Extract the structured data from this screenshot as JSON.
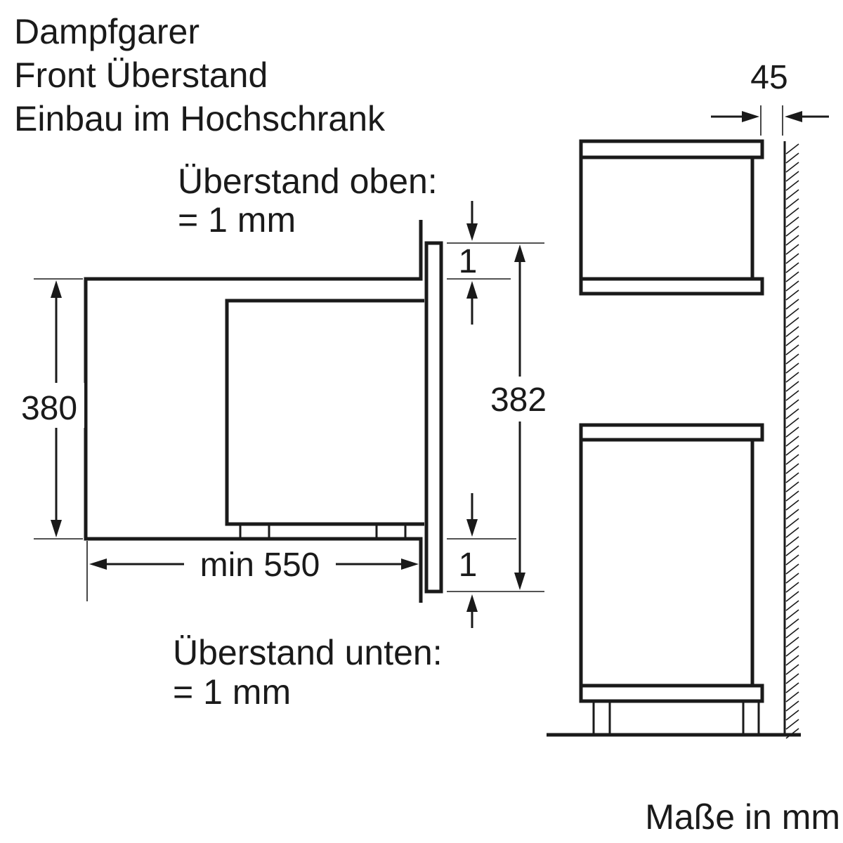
{
  "title": {
    "line1": "Dampfgarer",
    "line2": "Front Überstand",
    "line3": "Einbau im Hochschrank"
  },
  "annotations": {
    "top_overhang_line1": "Überstand oben:",
    "top_overhang_line2": "= 1 mm",
    "bottom_overhang_line1": "Überstand unten:",
    "bottom_overhang_line2": "= 1 mm"
  },
  "dimensions": {
    "niche_height": "380",
    "front_height": "382",
    "top_overhang": "1",
    "bottom_overhang": "1",
    "min_depth": "min 550",
    "side_clearance": "45"
  },
  "units_note": "Maße in mm"
}
